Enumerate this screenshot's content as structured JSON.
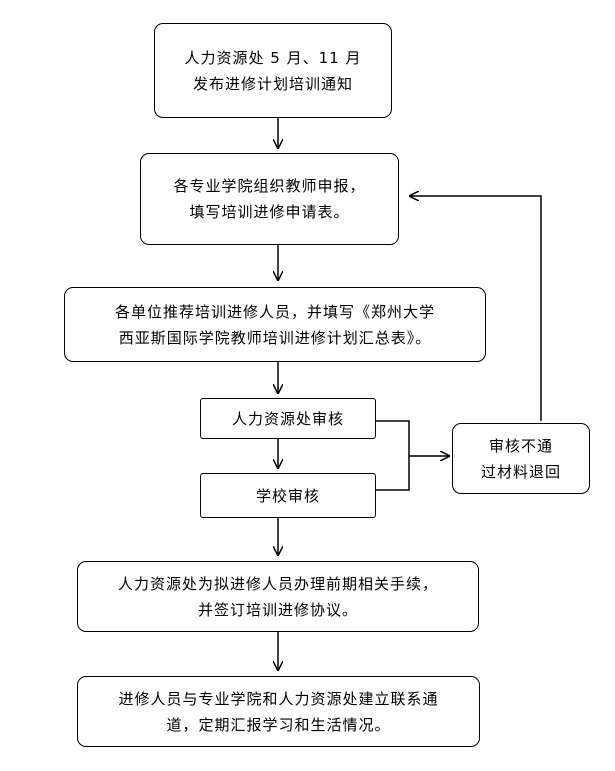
{
  "flow": {
    "step1": [
      "人力资源处 5 月、11 月",
      "发布进修计划培训通知"
    ],
    "step2": [
      "各专业学院组织教师申报，",
      "填写培训进修申请表。"
    ],
    "step3": [
      "各单位推荐培训进修人员，并填写《郑州大学",
      "西亚斯国际学院教师培训进修计划汇总表》。"
    ],
    "step4": "人力资源处审核",
    "step5": "学校审核",
    "reject": [
      "审核不通",
      "过材料退回"
    ],
    "step6": [
      "人力资源处为拟进修人员办理前期相关手续，",
      "并签订培训进修协议。"
    ],
    "step7": [
      "进修人员与专业学院和人力资源处建立联系通",
      "道，定期汇报学习和生活情况。"
    ]
  }
}
